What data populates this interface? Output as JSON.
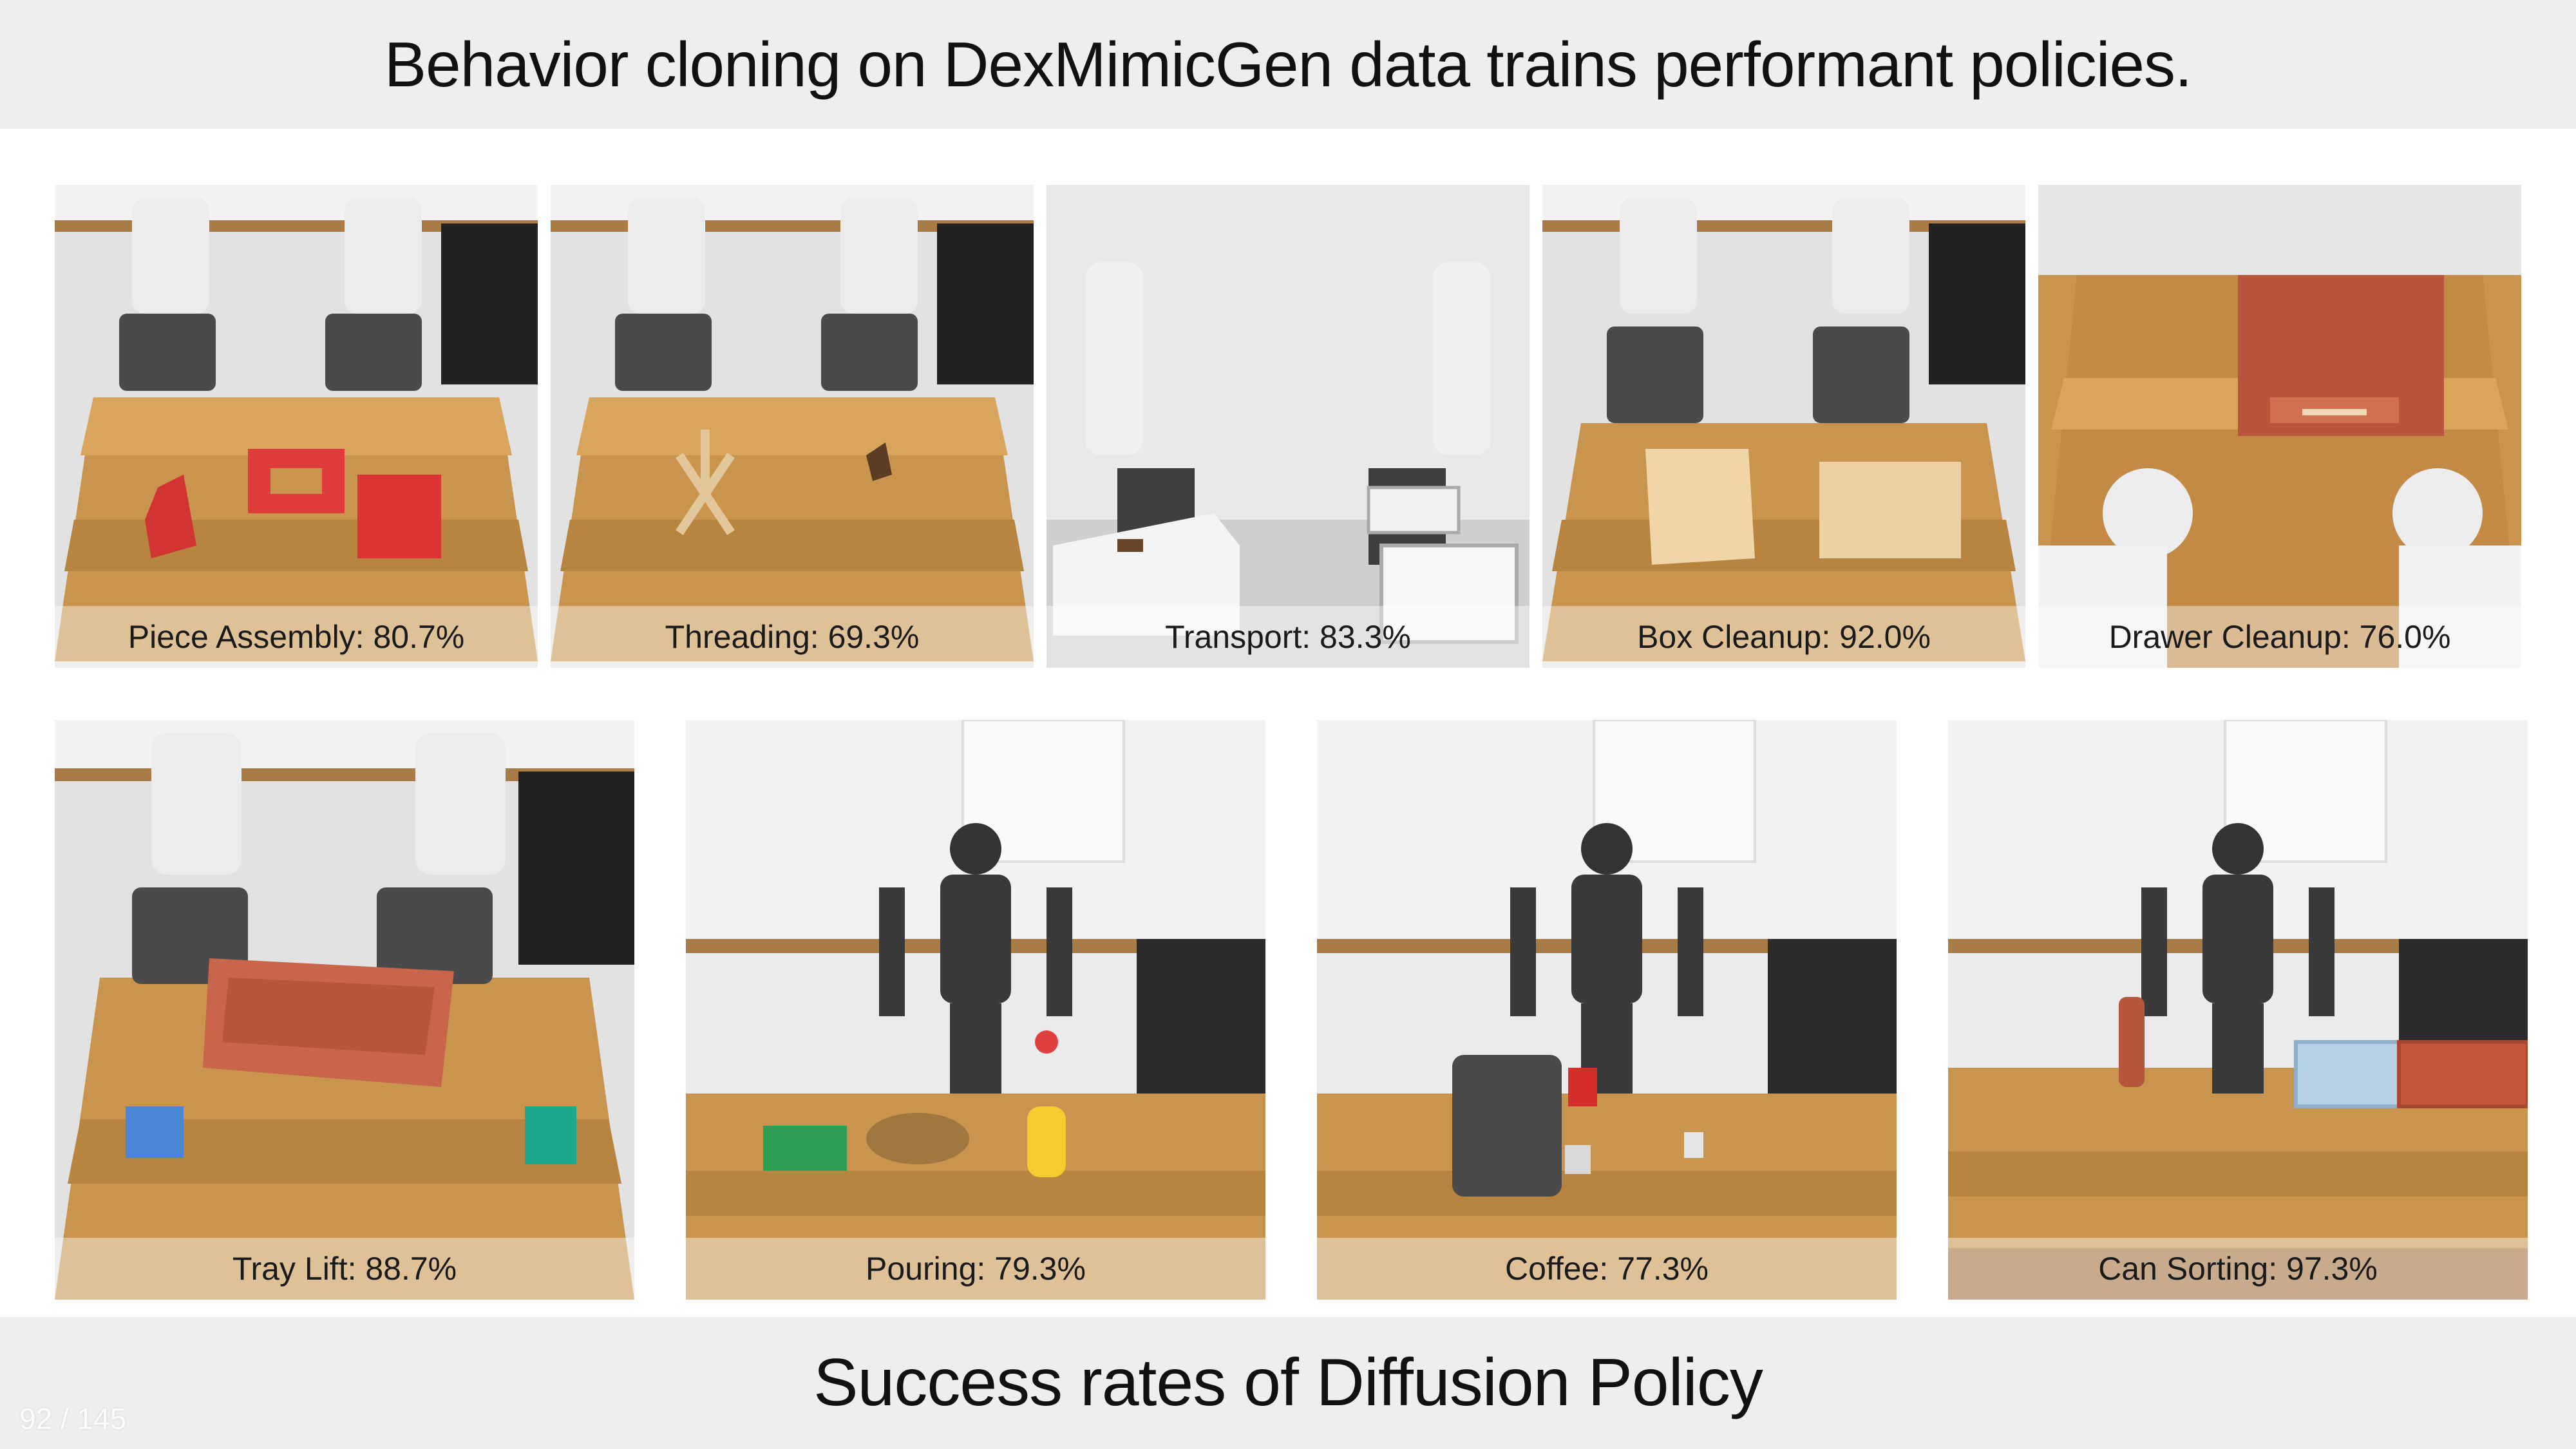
{
  "slide": {
    "title": "Behavior cloning on DexMimicGen data trains performant policies.",
    "subtitle": "Success rates of Diffusion Policy",
    "page_counter": "92 / 145"
  },
  "tasks": [
    {
      "label": "Piece Assembly: 80.7%",
      "scene": "bimanual-panda",
      "success_rate_percent": 80.7
    },
    {
      "label": "Threading: 69.3%",
      "scene": "bimanual-panda",
      "success_rate_percent": 69.3
    },
    {
      "label": "Transport: 83.3%",
      "scene": "bimanual-panda-transport",
      "success_rate_percent": 83.3
    },
    {
      "label": "Box Cleanup: 92.0%",
      "scene": "bimanual-panda",
      "success_rate_percent": 92.0
    },
    {
      "label": "Drawer Cleanup: 76.0%",
      "scene": "bimanual-panda-topdown",
      "success_rate_percent": 76.0
    },
    {
      "label": "Tray Lift: 88.7%",
      "scene": "bimanual-panda",
      "success_rate_percent": 88.7
    },
    {
      "label": "Pouring: 79.3%",
      "scene": "humanoid-kitchen",
      "success_rate_percent": 79.3
    },
    {
      "label": "Coffee: 77.3%",
      "scene": "humanoid-kitchen",
      "success_rate_percent": 77.3
    },
    {
      "label": "Can Sorting: 97.3%",
      "scene": "humanoid-kitchen",
      "success_rate_percent": 97.3
    }
  ],
  "colors": {
    "header_bg": "#eeeeee",
    "table_wood": "#c08c45",
    "wall": "#e6e6e6",
    "robot_white": "#e9e9e9",
    "robot_dark": "#3a3a3a",
    "object_red": "#d83a3a",
    "object_terracotta": "#b8583c"
  }
}
